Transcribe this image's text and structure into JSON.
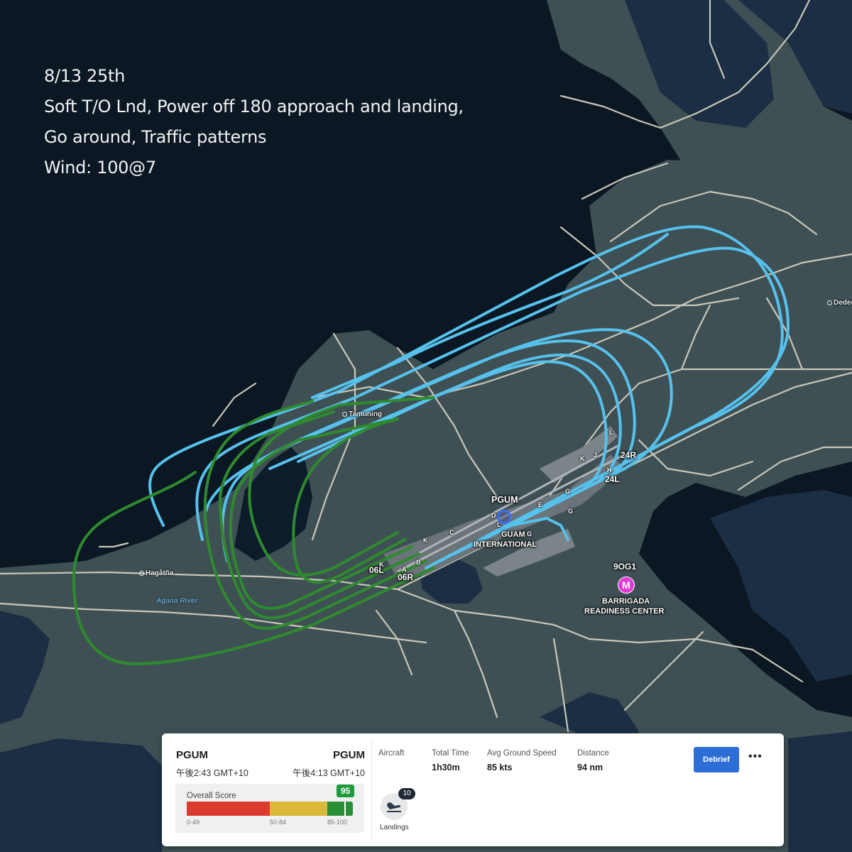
{
  "note": {
    "line1": "8/13 25th",
    "line2": "Soft T/O Lnd, Power off 180 approach and landing,",
    "line3": "Go around, Traffic patterns",
    "line4": "Wind: 100@7"
  },
  "map": {
    "airport_code": "PGUM",
    "airport_name_1": "GUAM",
    "airport_name_2": "INTERNATIONAL",
    "runway_labels": [
      "06L",
      "06R",
      "24L",
      "24R"
    ],
    "taxiway_labels": [
      "L",
      "K",
      "J",
      "H",
      "G",
      "G",
      "G",
      "E",
      "D",
      "L",
      "K",
      "C",
      "B",
      "A",
      "K"
    ],
    "places": [
      "Tamuning",
      "Hagåtña",
      "Dededo"
    ],
    "river": "Agana River",
    "heliport_code": "9OG1",
    "heliport_symbol": "M",
    "heliport_name_1": "BARRIGADA",
    "heliport_name_2": "READINESS CENTER",
    "colors": {
      "water": "#0b1722",
      "land": "#3f5054",
      "road": "#c9c7ba",
      "track_blue": "#56c1ec",
      "track_green": "#2f8a2f"
    }
  },
  "card": {
    "departure": {
      "code": "PGUM",
      "time": "午後2:43 GMT+10"
    },
    "arrival": {
      "code": "PGUM",
      "time": "午後4:13 GMT+10"
    },
    "score": {
      "label": "Overall Score",
      "value": "95",
      "ranges": [
        "0-49",
        "50-84",
        "85-100"
      ],
      "colors": [
        "#dc3a2f",
        "#d9b83a",
        "#2a8f34"
      ]
    },
    "stats": {
      "aircraft_label": "Aircraft",
      "total_time_label": "Total Time",
      "total_time": "1h30m",
      "speed_label": "Avg Ground Speed",
      "speed": "85 kts",
      "distance_label": "Distance",
      "distance": "94 nm"
    },
    "landings": {
      "count": "10",
      "label": "Landings"
    },
    "debrief_label": "Debrief",
    "more_label": "•••"
  }
}
